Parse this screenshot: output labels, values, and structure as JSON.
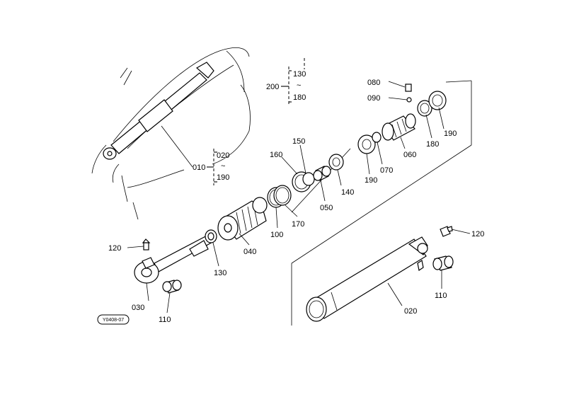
{
  "diagram": {
    "drawing_code": "Y0408-07",
    "group_labels": [
      {
        "id": "g200",
        "label": "200",
        "top": "130",
        "tilde": "~",
        "bottom": "180"
      },
      {
        "id": "g010",
        "label": "010",
        "top": "020",
        "tilde": "~",
        "bottom": "190"
      }
    ],
    "part_labels": [
      {
        "id": "p080",
        "text": "080"
      },
      {
        "id": "p090",
        "text": "090"
      },
      {
        "id": "p190a",
        "text": "190"
      },
      {
        "id": "p180",
        "text": "180"
      },
      {
        "id": "p060",
        "text": "060"
      },
      {
        "id": "p070",
        "text": "070"
      },
      {
        "id": "p190b",
        "text": "190"
      },
      {
        "id": "p150",
        "text": "150"
      },
      {
        "id": "p160",
        "text": "160"
      },
      {
        "id": "p140",
        "text": "140"
      },
      {
        "id": "p050",
        "text": "050"
      },
      {
        "id": "p170",
        "text": "170"
      },
      {
        "id": "p100",
        "text": "100"
      },
      {
        "id": "p040",
        "text": "040"
      },
      {
        "id": "p130",
        "text": "130"
      },
      {
        "id": "p120a",
        "text": "120"
      },
      {
        "id": "p030",
        "text": "030"
      },
      {
        "id": "p110a",
        "text": "110"
      },
      {
        "id": "p120b",
        "text": "120"
      },
      {
        "id": "p110b",
        "text": "110"
      },
      {
        "id": "p020",
        "text": "020"
      }
    ]
  }
}
